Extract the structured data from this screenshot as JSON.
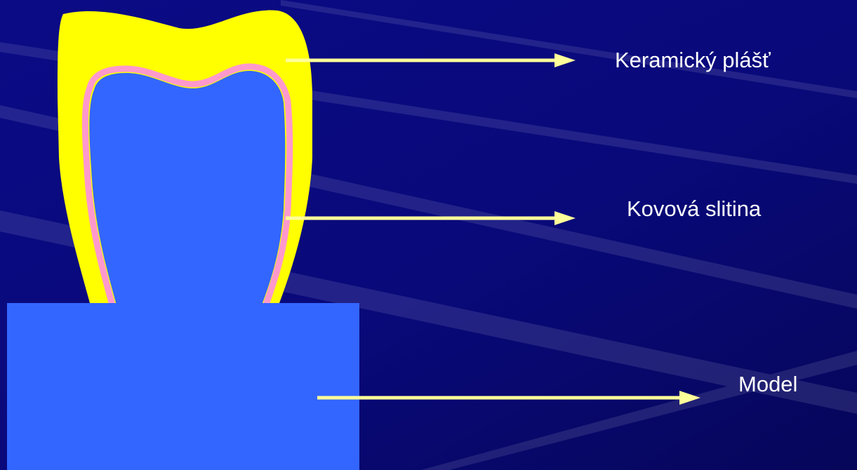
{
  "colors": {
    "background": "#0a0a7a",
    "background_deep": "#050548",
    "ceramic": "#ffff00",
    "metal_alloy": "#ff99cc",
    "tooth_core": "#3366ff",
    "model": "#3366ff",
    "arrow": "#ffff99",
    "label_text": "#ffffff"
  },
  "labels": {
    "ceramic_layer": "Keramický plášť",
    "metal_alloy": "Kovová slitina",
    "model": "Model"
  },
  "icons": {
    "arrow": "arrow-right-icon"
  }
}
